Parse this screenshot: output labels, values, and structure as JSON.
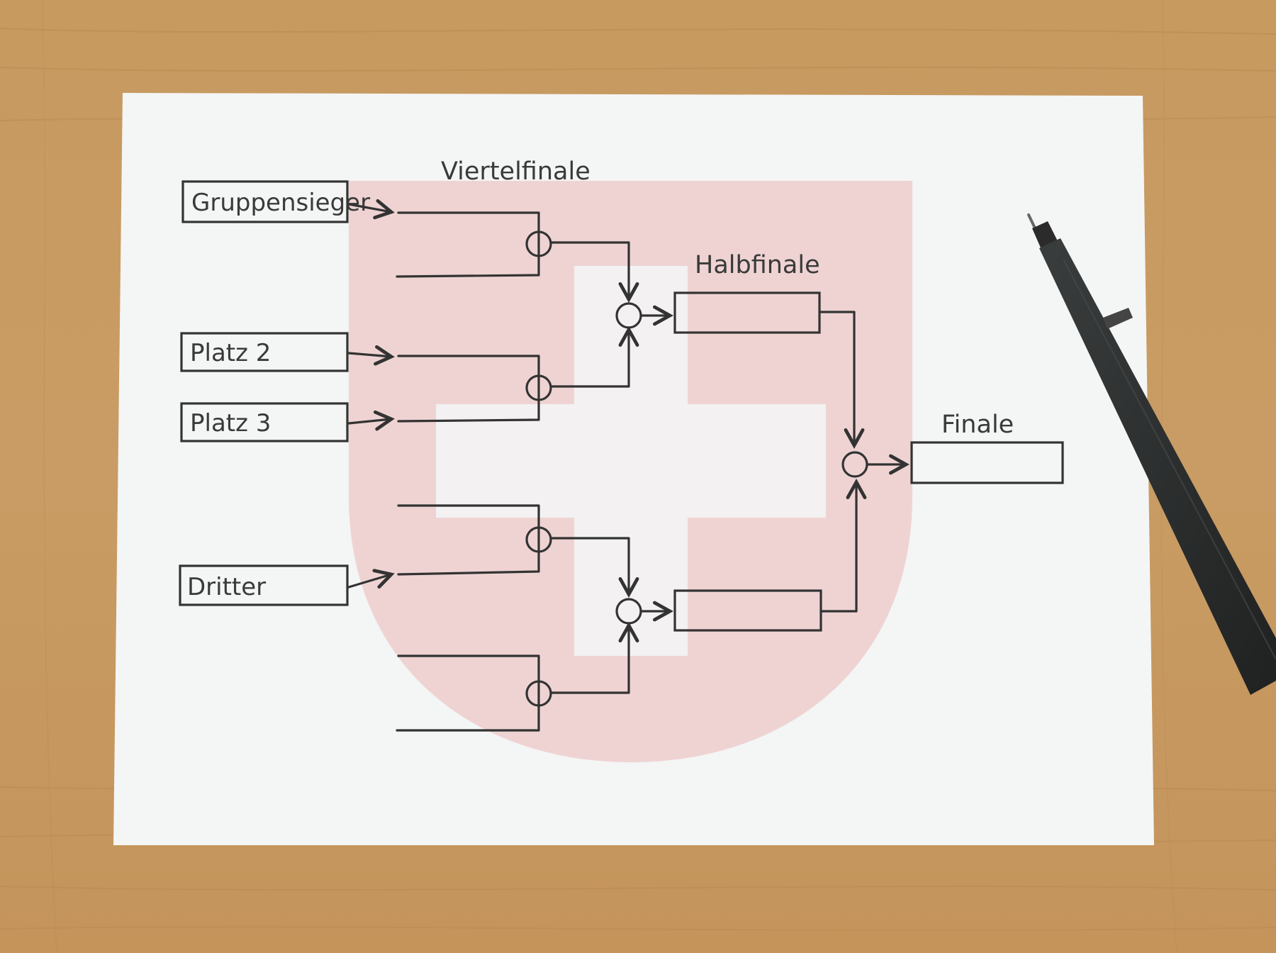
{
  "diagram": {
    "stages": {
      "quarterfinal": "Viertelfinale",
      "semifinal": "Halbfinale",
      "final": "Finale"
    },
    "entries": {
      "group_winner": "Gruppensieger",
      "second_place": "Platz 2",
      "third_place": "Platz 3",
      "third": "Dritter"
    },
    "colors": {
      "table": "#c99b62",
      "paper": "#f4f5f5",
      "shield": "#efd3d3",
      "ink": "#333333",
      "pen": "#2b2d2d"
    }
  }
}
